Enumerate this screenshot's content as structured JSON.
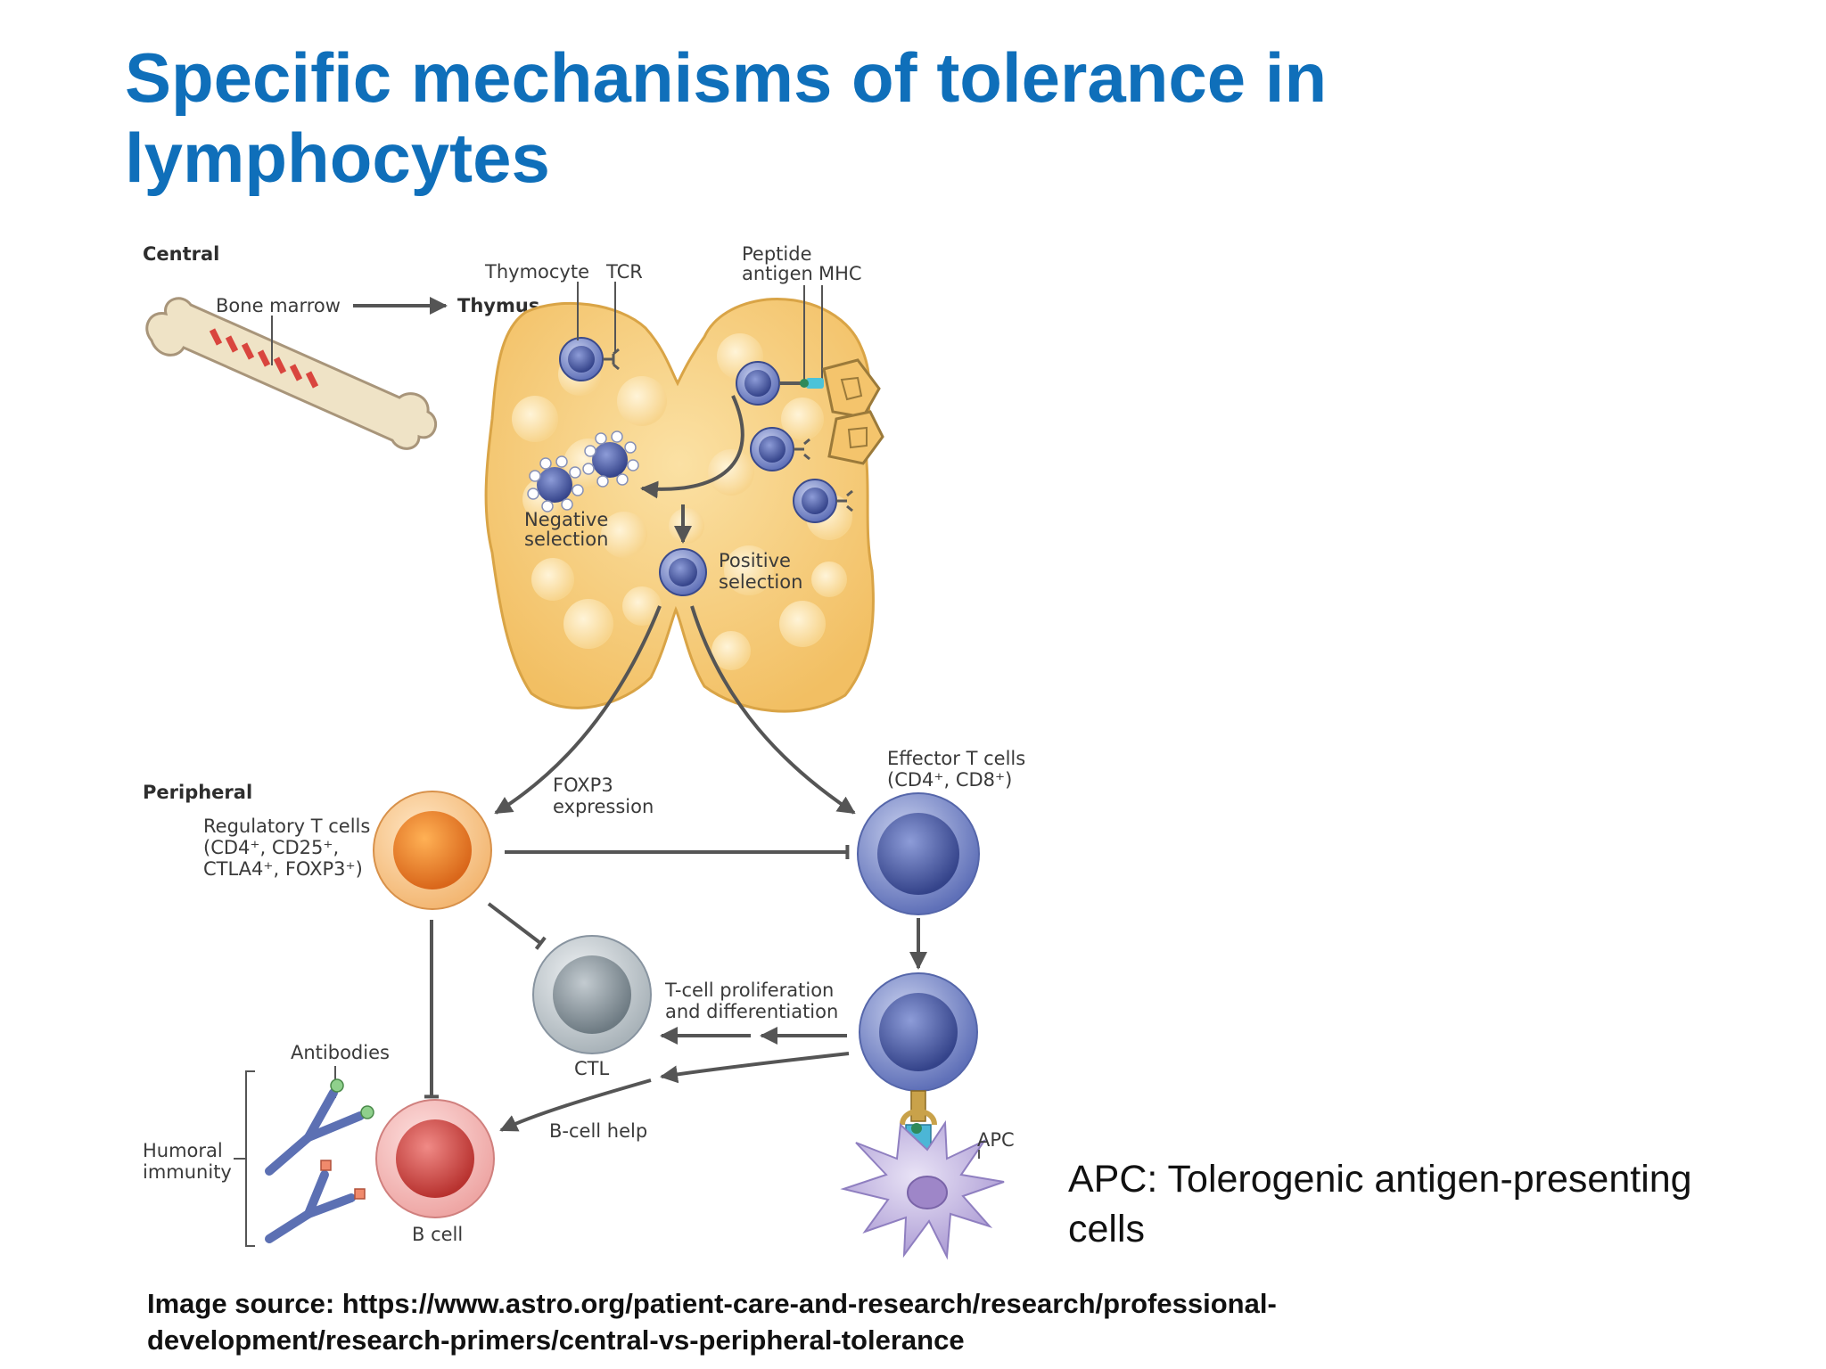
{
  "slide": {
    "title": "Specific mechanisms of tolerance in lymphocytes",
    "apc_note": "APC: Tolerogenic antigen-presenting cells",
    "source_note": "Image source: https://www.astro.org/patient-care-and-research/research/professional-development/research-primers/central-vs-peripheral-tolerance"
  },
  "diagram": {
    "central": "Central",
    "bone_marrow": "Bone marrow",
    "thymus": "Thymus",
    "thymocyte": "Thymocyte",
    "tcr": "TCR",
    "peptide_line1": "Peptide",
    "peptide_line2": "antigen",
    "mhc": "MHC",
    "negative_line1": "Negative",
    "negative_line2": "selection",
    "positive_line1": "Positive",
    "positive_line2": "selection",
    "peripheral": "Peripheral",
    "foxp3_line1": "FOXP3",
    "foxp3_line2": "expression",
    "effector_line1": "Effector T cells",
    "effector_line2": "(CD4⁺, CD8⁺)",
    "treg_line1": "Regulatory T cells",
    "treg_line2": "(CD4⁺, CD25⁺,",
    "treg_line3": "CTLA4⁺, FOXP3⁺)",
    "prolif_line1": "T-cell proliferation",
    "prolif_line2": "and differentiation",
    "ctl": "CTL",
    "antibodies": "Antibodies",
    "humoral_line1": "Humoral",
    "humoral_line2": "immunity",
    "b_cell_help": "B-cell help",
    "b_cell": "B cell",
    "apc": "APC"
  },
  "colors": {
    "title": "#0f6fba",
    "thymus_fill": "#f7cf7f",
    "t_cell": "#6f80c4",
    "treg": "#ef8a2c",
    "ctl": "#9aa6ad",
    "b_cell": "#d9534f",
    "apc": "#b8a9d9"
  }
}
